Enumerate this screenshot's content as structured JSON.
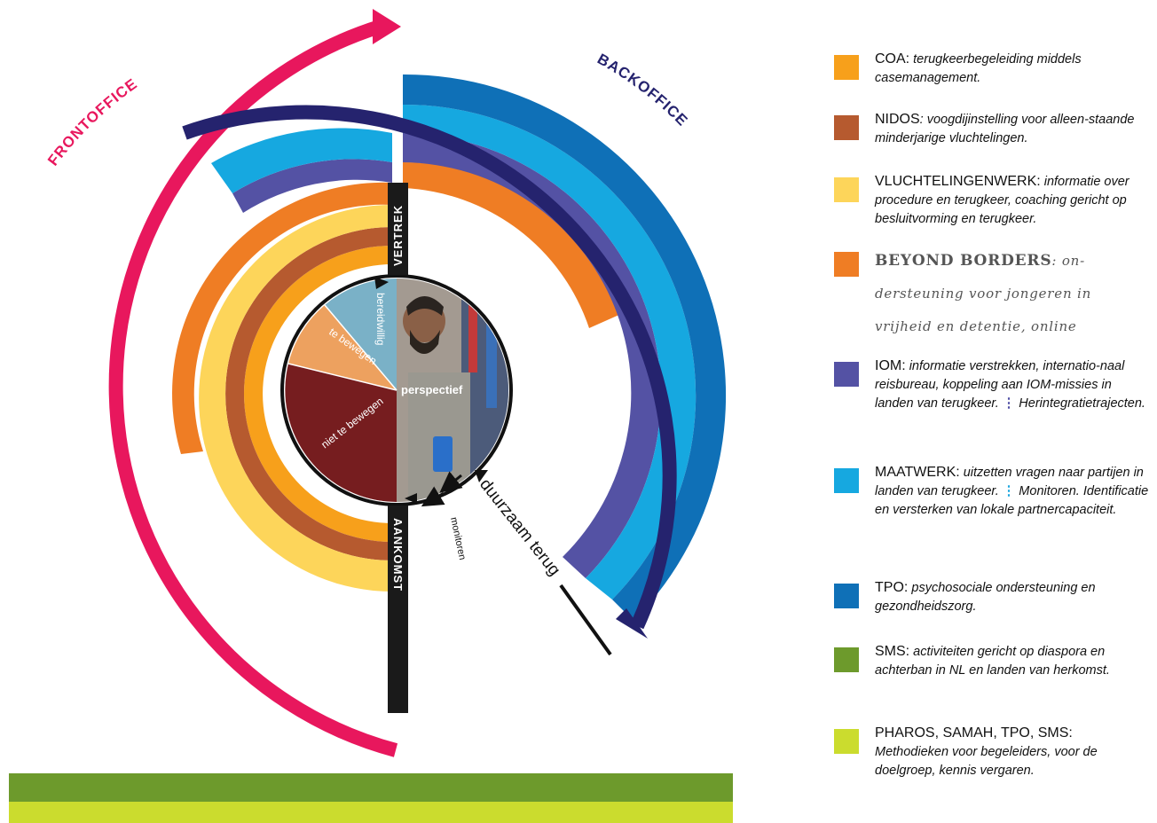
{
  "diagram": {
    "arc_labels": {
      "frontoffice": "FRONTOFFICE",
      "backoffice": "BACKOFFICE"
    },
    "bar_labels": {
      "vertrek": "VERTREK",
      "aankomst": "AANKOMST"
    },
    "pie_labels": {
      "bereidwillig": "bereidwillig",
      "te_bewegen": "te bewegen",
      "niet_te_bewegen": "niet te bewegen",
      "perspectief": "perspectief"
    },
    "monitoren": "monitoren",
    "duurzaam_terug": "duurzaam terug"
  },
  "colors": {
    "coa": "#f7a01b",
    "nidos": "#b65a2f",
    "vluchtelingenwerk": "#fdd55a",
    "beyond_borders": "#ef7d24",
    "iom": "#5452a4",
    "maatwerk": "#16a8e0",
    "tpo": "#0f70b7",
    "sms": "#6d9a2c",
    "pharos": "#cbdc2e",
    "frontoffice": "#e8175d",
    "backoffice": "#25236e",
    "pie_bereidwillig": "#7ab1c7",
    "pie_te_bewegen": "#eda15f",
    "pie_niet": "#761d1f"
  },
  "legend": [
    {
      "key": "coa",
      "name": "COA:",
      "desc": "terugkeerbegeleiding middels casemanagement."
    },
    {
      "key": "nidos",
      "name": "NIDOS",
      "desc": ": voogdijinstelling voor alleen-staande minderjarige vluchtelingen."
    },
    {
      "key": "vluchtelingenwerk",
      "name": "VLUCHTELINGENWERK:",
      "desc": "informatie over procedure en terugkeer, coaching gericht op besluitvorming en terugkeer."
    },
    {
      "key": "beyond_borders",
      "name": "BEYOND BORDERS",
      "desc": ":  on-dersteuning voor jongeren in vrijheid en detentie, online"
    },
    {
      "key": "iom",
      "name": "IOM:",
      "desc": "informatie verstrekken, internatio-naal reisbureau, koppeling aan IOM-missies in landen van terugkeer.",
      "sep": "⋮",
      "desc2": "Herintegratietrajecten."
    },
    {
      "key": "maatwerk",
      "name": "MAATWERK:",
      "desc": "uitzetten vragen naar partijen in landen van terugkeer.",
      "sep": "⋮",
      "desc2": "Monitoren. Identificatie en versterken van lokale partnercapaciteit."
    },
    {
      "key": "tpo",
      "name": "TPO:",
      "desc": "psychosociale ondersteuning en gezondheidszorg."
    },
    {
      "key": "sms",
      "name": "SMS:",
      "desc": "activiteiten gericht op diaspora en achterban in NL en landen van herkomst."
    },
    {
      "key": "pharos",
      "name": "PHAROS, SAMAH, TPO, SMS:",
      "desc": "Methodieken voor begeleiders, voor de doelgroep, kennis vergaren."
    }
  ]
}
